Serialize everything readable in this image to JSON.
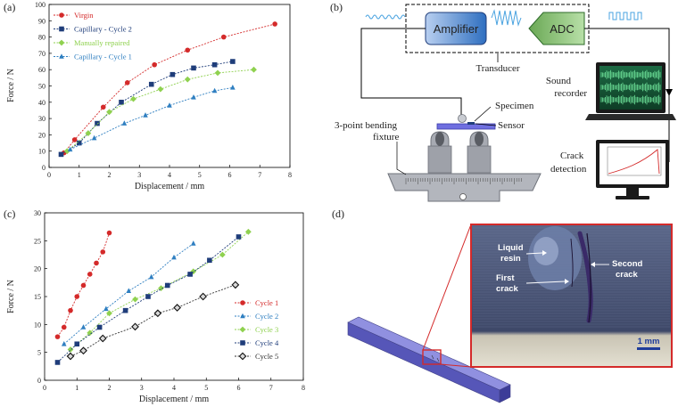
{
  "panels": {
    "a": "(a)",
    "b": "(b)",
    "c": "(c)",
    "d": "(d)"
  },
  "chart_data": [
    {
      "type": "line",
      "xlabel": "Displacement / mm",
      "ylabel": "Force / N",
      "xlim": [
        0,
        8
      ],
      "ylim": [
        0,
        100
      ],
      "xticks": [
        0,
        1,
        2,
        3,
        4,
        5,
        6,
        7,
        8
      ],
      "yticks": [
        0,
        10,
        20,
        30,
        40,
        50,
        60,
        70,
        80,
        90,
        100
      ],
      "grid": false,
      "legend_position": "top-left",
      "series": [
        {
          "name": "Virgin",
          "color": "#d42a2a",
          "marker": "circle",
          "x": [
            0.5,
            0.85,
            1.8,
            2.6,
            3.5,
            4.6,
            5.8,
            7.5
          ],
          "y": [
            9,
            17,
            37,
            52,
            63,
            72,
            80,
            88
          ]
        },
        {
          "name": "Capillary - Cycle 2",
          "color": "#1f3d7a",
          "marker": "square",
          "x": [
            0.4,
            1.0,
            1.6,
            2.4,
            3.4,
            4.1,
            4.8,
            5.5,
            6.1
          ],
          "y": [
            8,
            15,
            27,
            40,
            51,
            57,
            61,
            63,
            65
          ]
        },
        {
          "name": "Manually repaired",
          "color": "#8fd14f",
          "marker": "diamond",
          "x": [
            0.6,
            1.3,
            2.0,
            2.8,
            3.7,
            4.6,
            5.6,
            6.8
          ],
          "y": [
            10,
            21,
            34,
            42,
            48,
            54,
            58,
            60
          ]
        },
        {
          "name": "Capillary - Cycle 1",
          "color": "#2f7fc1",
          "marker": "triangle",
          "x": [
            0.7,
            1.5,
            2.5,
            3.2,
            4.0,
            4.8,
            5.5,
            6.1
          ],
          "y": [
            11,
            18,
            27,
            32,
            38,
            43,
            47,
            49
          ]
        }
      ]
    },
    {
      "type": "line",
      "xlabel": "Displacement / mm",
      "ylabel": "Force / N",
      "xlim": [
        0,
        8
      ],
      "ylim": [
        0,
        30
      ],
      "xticks": [
        0,
        1,
        2,
        3,
        4,
        5,
        6,
        7,
        8
      ],
      "yticks": [
        0,
        5,
        10,
        15,
        20,
        25,
        30
      ],
      "grid": false,
      "legend_position": "bottom-right",
      "series": [
        {
          "name": "Cycle 1",
          "color": "#d42a2a",
          "marker": "circle",
          "x": [
            0.4,
            0.6,
            0.8,
            1.0,
            1.2,
            1.4,
            1.6,
            1.8,
            2.0
          ],
          "y": [
            7.8,
            9.5,
            12.5,
            15,
            17,
            19,
            21,
            23,
            26.4
          ]
        },
        {
          "name": "Cycle 2",
          "color": "#2f7fc1",
          "marker": "triangle",
          "x": [
            0.6,
            1.2,
            1.9,
            2.6,
            3.3,
            4.0,
            4.6
          ],
          "y": [
            6.5,
            9.5,
            12.8,
            16,
            18.5,
            22,
            24.5
          ]
        },
        {
          "name": "Cycle 3",
          "color": "#8fd14f",
          "marker": "diamond",
          "x": [
            0.8,
            1.4,
            2.0,
            2.8,
            3.6,
            4.6,
            5.5,
            6.3
          ],
          "y": [
            5.5,
            8.5,
            12,
            14.5,
            16.5,
            19.5,
            22.5,
            26.6
          ]
        },
        {
          "name": "Cycle 4",
          "color": "#1f3d7a",
          "marker": "square",
          "x": [
            0.4,
            1.0,
            1.7,
            2.5,
            3.2,
            3.8,
            4.5,
            5.1,
            6.0
          ],
          "y": [
            3.2,
            6.5,
            9.5,
            12.5,
            15,
            17,
            19,
            21.5,
            25.7
          ]
        },
        {
          "name": "Cycle 5",
          "color": "#333333",
          "marker": "diamond-open",
          "x": [
            0.8,
            1.2,
            1.8,
            2.8,
            3.5,
            4.1,
            4.9,
            5.9
          ],
          "y": [
            4.3,
            5.3,
            7.5,
            9.6,
            12,
            13,
            15,
            17.1
          ]
        }
      ]
    }
  ],
  "diagram": {
    "blocks": {
      "amplifier": "Amplifier",
      "adc": "ADC"
    },
    "labels": {
      "transducer": "Transducer",
      "specimen": "Specimen",
      "sensor": "Sensor",
      "fixture_line1": "3-point bending",
      "fixture_line2": "fixture",
      "sound_line1": "Sound",
      "sound_line2": "recorder",
      "crack_line1": "Crack",
      "crack_line2": "detection"
    }
  },
  "photo": {
    "liquid_line1": "Liquid",
    "liquid_line2": "resin",
    "first_line1": "First",
    "first_line2": "crack",
    "second_line1": "Second",
    "second_line2": "crack",
    "scale": "1 mm"
  }
}
